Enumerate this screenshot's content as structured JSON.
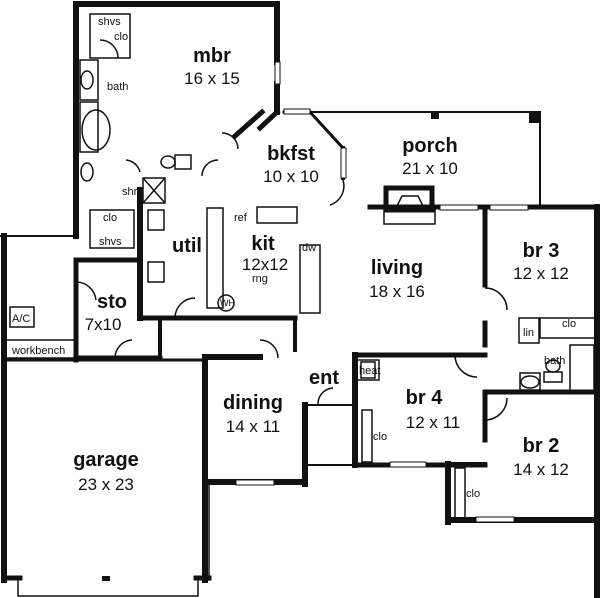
{
  "plan": {
    "rooms": [
      {
        "id": "mbr",
        "name": "mbr",
        "dims": "16 x 15"
      },
      {
        "id": "bkfst",
        "name": "bkfst",
        "dims": "10 x 10"
      },
      {
        "id": "porch",
        "name": "porch",
        "dims": "21 x 10"
      },
      {
        "id": "util",
        "name": "util",
        "dims": ""
      },
      {
        "id": "kit",
        "name": "kit",
        "dims": "12x12"
      },
      {
        "id": "living",
        "name": "living",
        "dims": "18 x 16"
      },
      {
        "id": "br3",
        "name": "br 3",
        "dims": "12 x 12"
      },
      {
        "id": "sto",
        "name": "sto",
        "dims": "7x10"
      },
      {
        "id": "dining",
        "name": "dining",
        "dims": "14 x 11"
      },
      {
        "id": "ent",
        "name": "ent",
        "dims": ""
      },
      {
        "id": "br4",
        "name": "br 4",
        "dims": "12 x 11"
      },
      {
        "id": "br2",
        "name": "br 2",
        "dims": "14 x 12"
      },
      {
        "id": "garage",
        "name": "garage",
        "dims": "23 x 23"
      }
    ],
    "fixtures": {
      "shvs_top": "shvs",
      "clo_top": "clo",
      "bath_master": "bath",
      "shr": "shr",
      "clo_master2": "clo",
      "shvs_master2": "shvs",
      "ref": "ref",
      "dw": "dw",
      "rng": "rng",
      "wh": "WH",
      "ac": "A/C",
      "workbench": "workbench",
      "heat": "heat",
      "clo_br3": "clo",
      "lin": "lin",
      "bath_hall": "bath",
      "clo_br4": "clo",
      "clo_br2": "clo"
    }
  }
}
